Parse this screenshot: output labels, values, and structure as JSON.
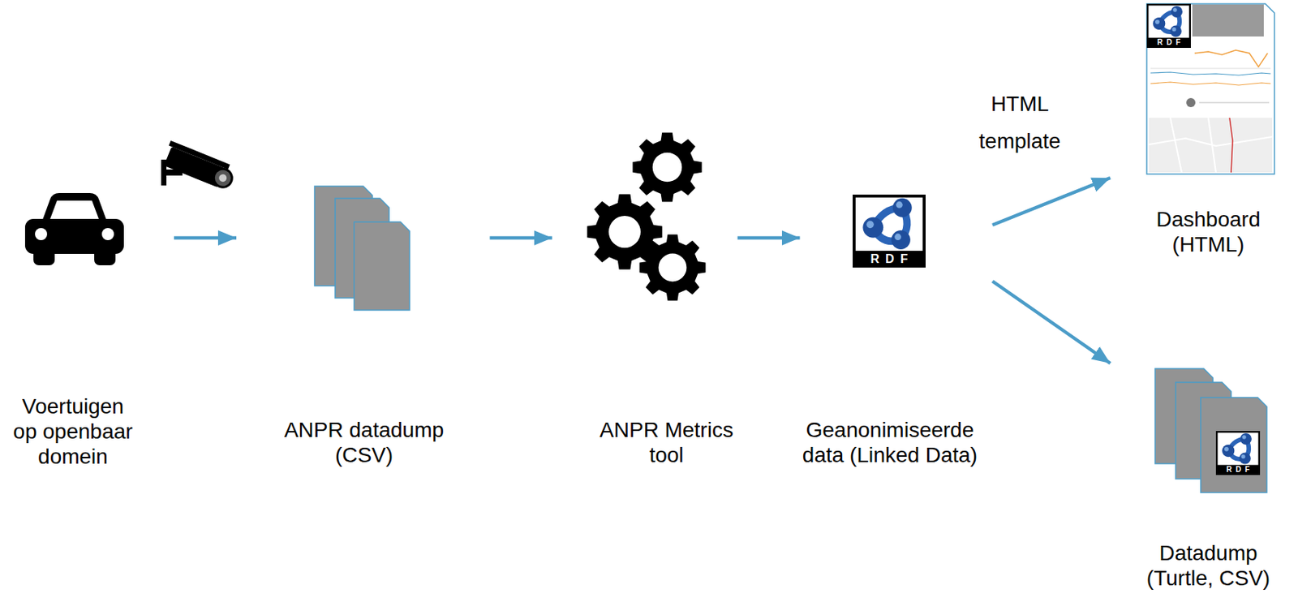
{
  "diagram": {
    "nodes": [
      {
        "text": [
          "Voertuigen op openbaar domein"
        ]
      },
      {
        "text": [
          "ANPR datadump (CSV)"
        ]
      },
      {
        "text": [
          "ANPR Metrics tool"
        ]
      },
      {
        "text": [
          "Geanonimiseerde data (Linked Data)"
        ]
      },
      {
        "text": [
          "Dashboard (HTML)"
        ]
      },
      {
        "text": [
          "Datadump (Turtle, CSV)"
        ]
      }
    ],
    "edges": [
      {
        "from": 0,
        "to": 1,
        "arrow": "to"
      },
      {
        "from": 1,
        "to": 2,
        "arrow": "to"
      },
      {
        "from": 2,
        "to": 3,
        "arrow": "to"
      },
      {
        "from": 3,
        "to": 4,
        "label": "HTML template",
        "arrow": "to"
      },
      {
        "from": 3,
        "to": 5,
        "arrow": "to"
      }
    ],
    "labels": [
      "RDF",
      "RDF",
      "RDF"
    ]
  }
}
